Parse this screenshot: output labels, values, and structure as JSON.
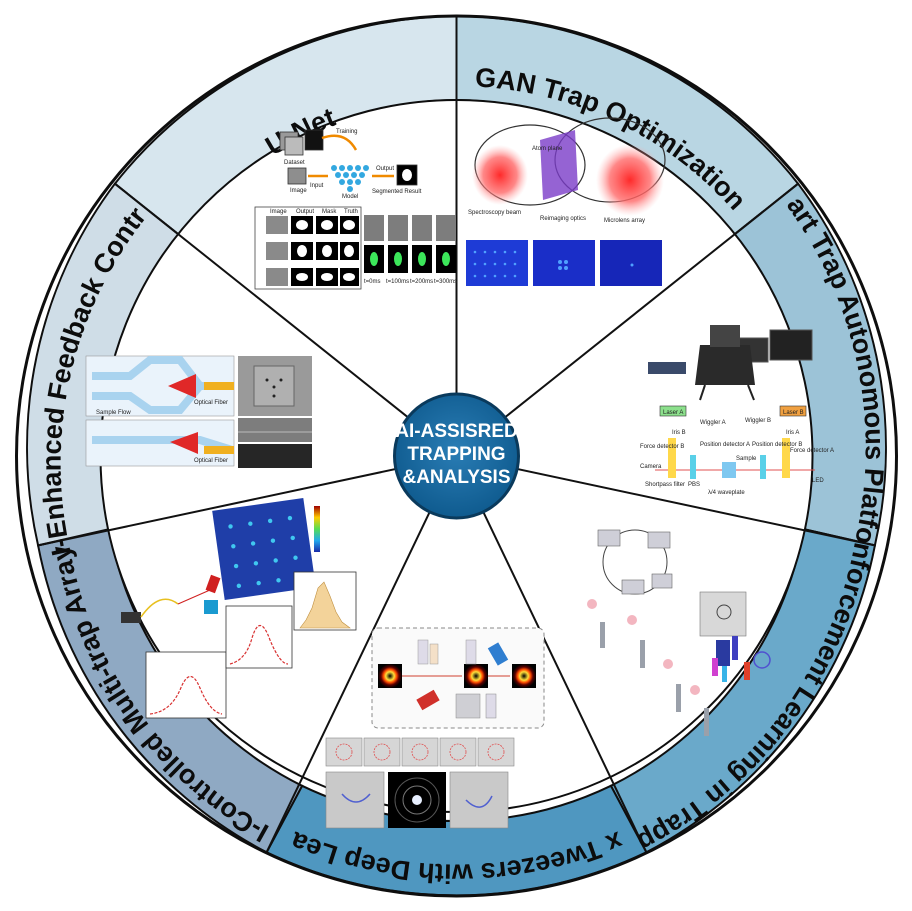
{
  "center": {
    "lines": [
      "AI-ASSISRED",
      "TRAPPING",
      "&ANALYSIS"
    ]
  },
  "segments": [
    {
      "label": "U-Net",
      "color": "#d7e6ee"
    },
    {
      "label": "GAN Trap Optimization",
      "color": "#b9d6e3"
    },
    {
      "label": "Smart Trap Autonomous Platform",
      "color": "#9cc3d7"
    },
    {
      "label": "Reinforcement Learning in Trapping",
      "color": "#6aa9ca"
    },
    {
      "label": "Vortex Tweezers with Deep Learning",
      "color": "#4f97c0"
    },
    {
      "label": "AI-Controlled Multi-trap Arrays",
      "color": "#8fa9c3"
    },
    {
      "label": "AI-Enhanced Feedback Control",
      "color": "#cfdde7"
    }
  ],
  "figures": {
    "unet": {
      "texts": [
        "Dataset",
        "Training",
        "Image",
        "Input",
        "Model",
        "Output",
        "Segmented Result"
      ],
      "grid_headers": [
        "Image",
        "Output",
        "Mask",
        "Truth"
      ],
      "times": [
        "t=0ms",
        "t=100ms",
        "t=200ms",
        "t=300ms"
      ]
    },
    "gan": {
      "texts": [
        "Atom plane",
        "Spectroscopy beam",
        "Reimaging optics",
        "Microlens array"
      ]
    },
    "smart": {
      "texts": [
        "Laser A",
        "Laser B",
        "Wiggler A",
        "Wiggler B",
        "Iris B",
        "Iris A",
        "Position detector A",
        "Position detector B",
        "Force detector B",
        "Force detector A",
        "Camera",
        "Sample",
        "LED",
        "Shortpass filter",
        "PBS",
        "λ/4 waveplate"
      ]
    },
    "feedback": {
      "texts": [
        "Sample Flow",
        "Optical Fiber",
        "Optical Fiber"
      ]
    }
  }
}
